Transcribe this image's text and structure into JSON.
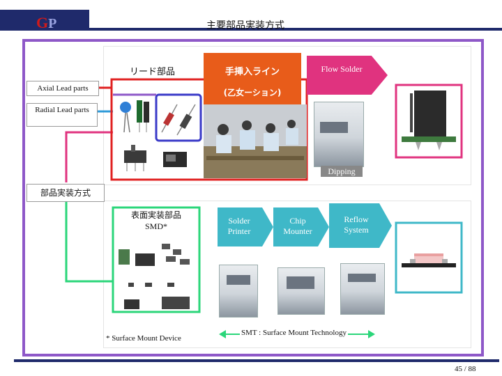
{
  "header": {
    "logo_g": "G",
    "logo_p": "P",
    "title": "主要部品実装方式"
  },
  "through_hole": {
    "lead_parts_label": "リード部品",
    "axial_label": "Axial Lead parts",
    "radial_label": "Radial Lead parts",
    "manual_line_title": "手挿入ライン",
    "manual_line_subtitle": "(乙女ーション)",
    "flow_solder_label": "Flow Solder",
    "dipping_label": "Dipping"
  },
  "mounting_method_label": "部品実装方式",
  "smt": {
    "smd_label_1": "表面実装部品",
    "smd_label_2": "SMD*",
    "smd_footnote": "* Surface Mount Device",
    "steps": [
      {
        "label": "Solder Printer"
      },
      {
        "label": "Chip Mounter"
      },
      {
        "label": "Reflow System"
      }
    ],
    "smt_caption": "SMT : Surface Mount Technology"
  },
  "page_number": "45 / 88",
  "colors": {
    "navy": "#1f2a6b",
    "purple": "#8e58c8",
    "orange": "#e85c1a",
    "magenta": "#e0337f",
    "green": "#2bd67a",
    "teal": "#3fb8c8",
    "red": "#e02020",
    "blue": "#3a3ac8"
  }
}
